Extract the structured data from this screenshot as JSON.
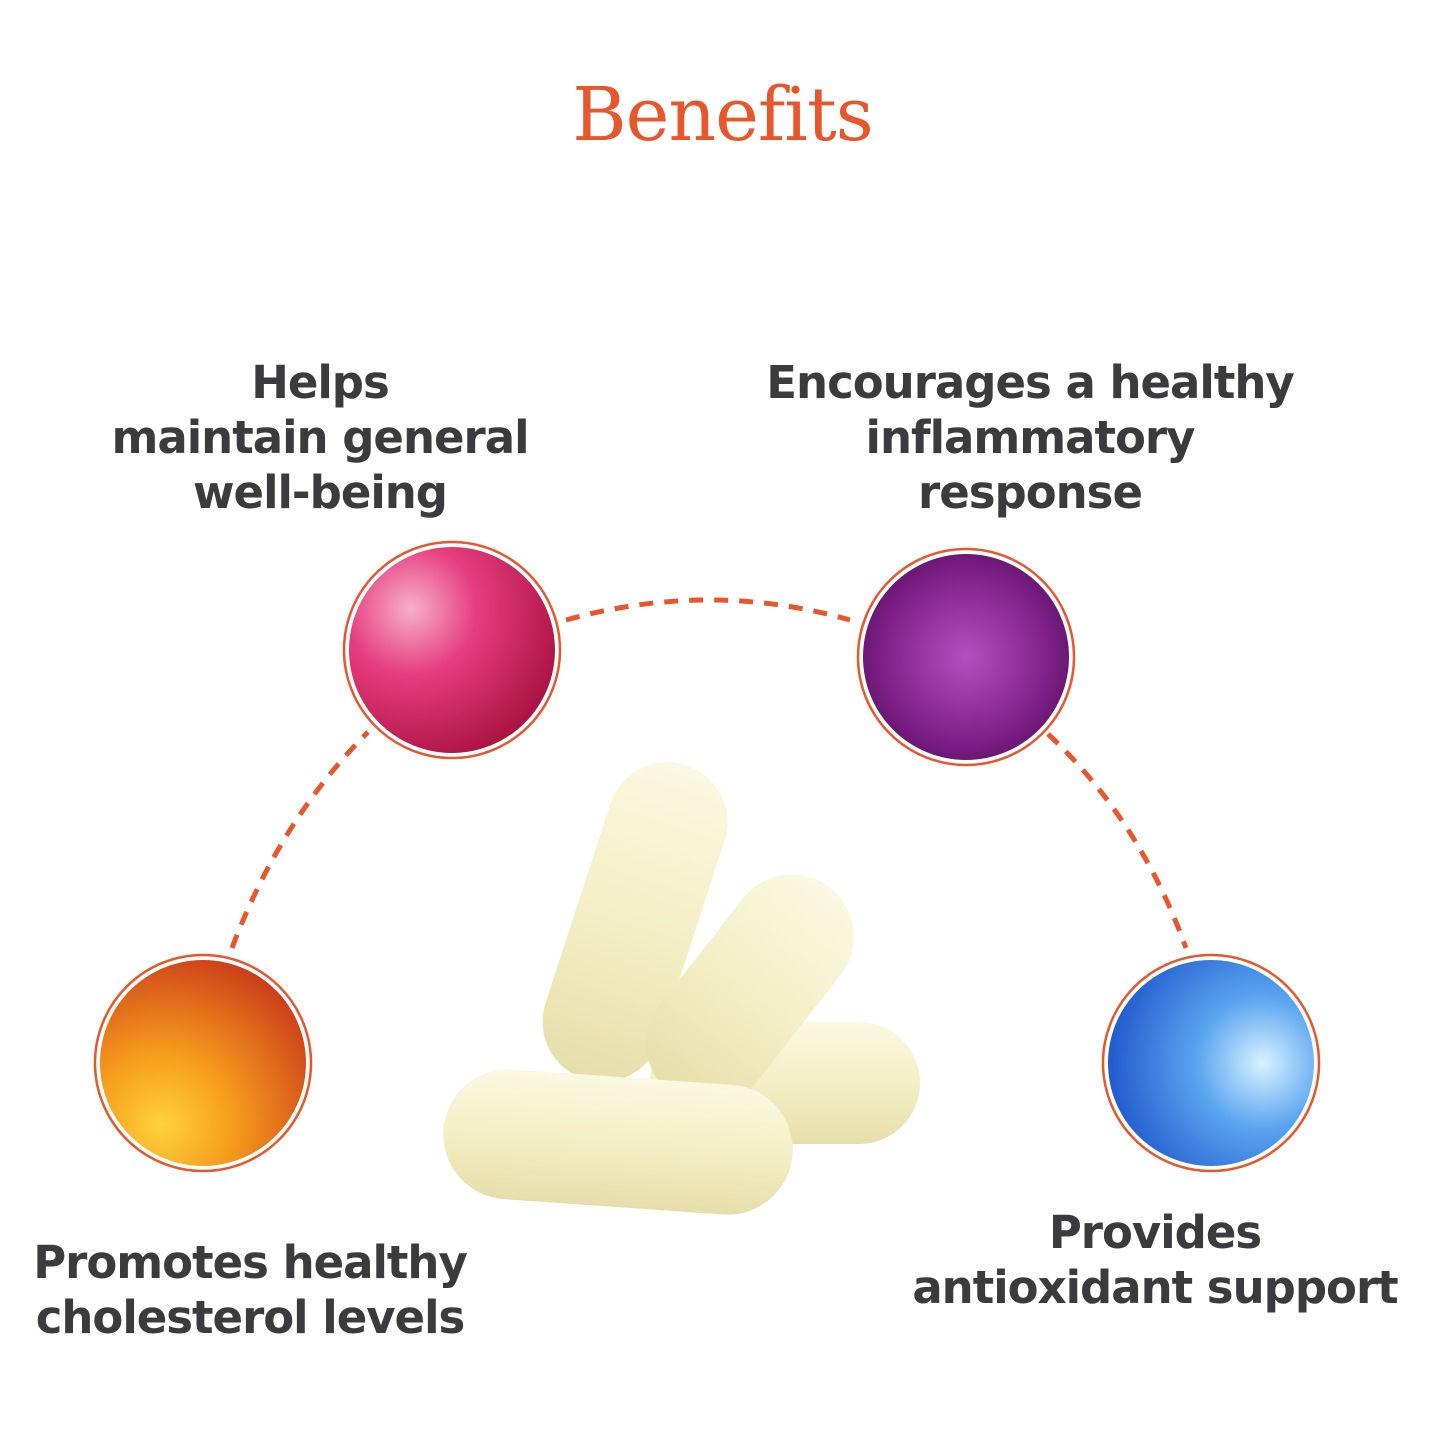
{
  "title": "Benefits",
  "accent_color": "#e8572b",
  "benefits": [
    {
      "lines": [
        "Helps",
        "maintain general",
        "well-being"
      ],
      "icon": "pink-flower-image"
    },
    {
      "lines": [
        "Encourages a healthy",
        "inflammatory",
        "response"
      ],
      "icon": "purple-flower-image"
    },
    {
      "lines": [
        "Promotes healthy",
        "cholesterol levels"
      ],
      "icon": "orange-flower-image"
    },
    {
      "lines": [
        "Provides",
        "antioxidant support"
      ],
      "icon": "blue-flower-image"
    }
  ]
}
